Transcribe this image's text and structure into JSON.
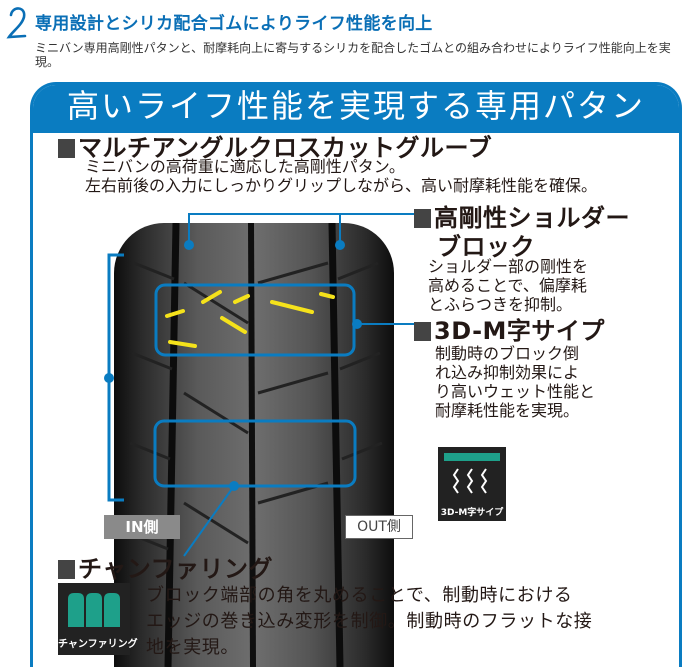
{
  "section": {
    "number": "2",
    "title": "専用設計とシリカ配合ゴムによりライフ性能を向上",
    "intro": "ミニバン専用高剛性パタンと、耐摩耗向上に寄与するシリカを配合したゴムとの組み合わせによりライフ性能向上を実現。"
  },
  "panel": {
    "title": "高いライフ性能を実現する専用パタン"
  },
  "multi_angle": {
    "title": "マルチアングルクロスカットグルーブ",
    "line1": "ミニバンの高荷重に適応した高剛性パタン。",
    "line2": "左右前後の入力にしっかりグリップしながら、高い耐摩耗性能を確保。"
  },
  "shoulder": {
    "title1": "高剛性ショルダー",
    "title2": "ブロック",
    "desc": [
      "ショルダー部の剛性を",
      "高めることで、偏摩耗",
      "とふらつきを抑制。"
    ]
  },
  "sipe": {
    "title": "3D-M字サイプ",
    "desc": [
      "制動時のブロック倒",
      "れ込み抑制効果によ",
      "り高いウェット性能と",
      "耐摩耗性能を実現。"
    ],
    "icon_label": "3D-M字サイプ"
  },
  "tags": {
    "in": "IN側",
    "out": "OUT側"
  },
  "chamfer": {
    "title": "チャンファリング",
    "desc": [
      "ブロック端部の角を丸めることで、制動時における",
      "エッジの巻き込み変形を制御。制動時のフラットな接",
      "地を実現。"
    ],
    "icon_label": "チャンファリング"
  },
  "colors": {
    "accent": "#0a7cc1",
    "title": "#0a6fb6",
    "highlight": "#f5e21b",
    "icon_green": "#1ea08a"
  }
}
